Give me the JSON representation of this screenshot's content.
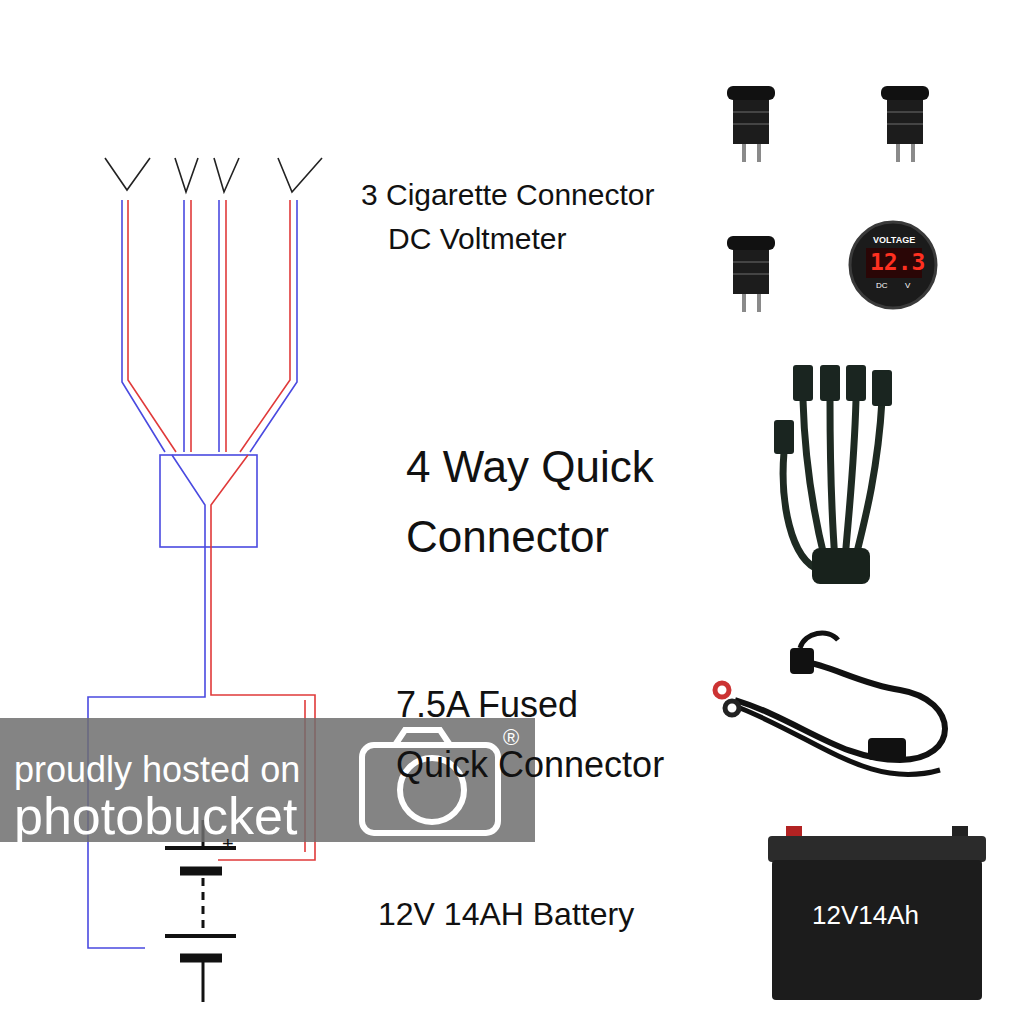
{
  "diagram": {
    "labels": [
      "3 Cigarette Connector",
      "DC Voltmeter",
      "VOLTAGE",
      "12.3",
      "DC",
      "V",
      "4 Way Quick Connector",
      "7.5A Fused Quick Connector",
      "®",
      "proudly hosted on",
      "photobucket",
      "+",
      "12V 14AH Battery",
      "12V14Ah"
    ]
  }
}
